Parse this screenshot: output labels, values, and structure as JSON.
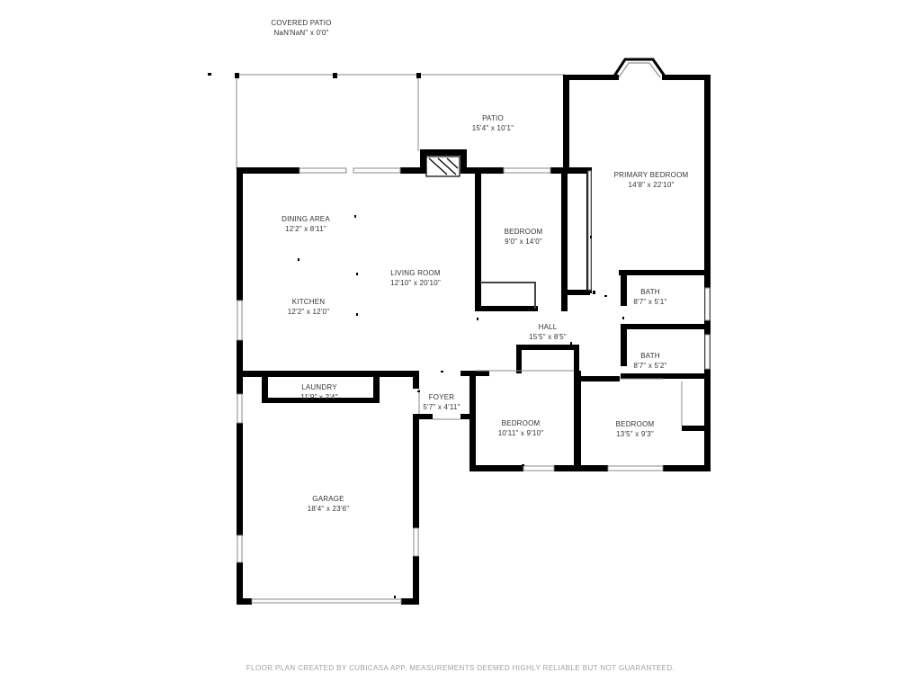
{
  "rooms": {
    "covered_patio": {
      "name": "COVERED PATIO",
      "dims": "NaN'NaN\" x 0'0\""
    },
    "patio": {
      "name": "PATIO",
      "dims": "15'4\" x 10'1\""
    },
    "primary_bedroom": {
      "name": "PRIMARY BEDROOM",
      "dims": "14'8\" x 22'10\""
    },
    "dining_area": {
      "name": "DINING AREA",
      "dims": "12'2\" x 8'11\""
    },
    "bedroom_1": {
      "name": "BEDROOM",
      "dims": "9'0\" x 14'0\""
    },
    "living_room": {
      "name": "LIVING ROOM",
      "dims": "12'10\" x 20'10\""
    },
    "kitchen": {
      "name": "KITCHEN",
      "dims": "12'2\" x 12'0\""
    },
    "bath_1": {
      "name": "BATH",
      "dims": "8'7\" x 5'1\""
    },
    "hall": {
      "name": "HALL",
      "dims": "15'5\" x 8'5\""
    },
    "bath_2": {
      "name": "BATH",
      "dims": "8'7\" x 5'2\""
    },
    "laundry": {
      "name": "LAUNDRY",
      "dims": "11'9\" x 2'4\""
    },
    "foyer": {
      "name": "FOYER",
      "dims": "5'7\" x 4'11\""
    },
    "bedroom_2": {
      "name": "BEDROOM",
      "dims": "10'11\" x 9'10\""
    },
    "bedroom_3": {
      "name": "BEDROOM",
      "dims": "13'5\" x 9'3\""
    },
    "garage": {
      "name": "GARAGE",
      "dims": "18'4\" x 23'6\""
    }
  },
  "footer": "FLOOR PLAN CREATED BY CUBICASA APP. MEASUREMENTS DEEMED HIGHLY RELIABLE BUT NOT GUARANTEED.",
  "colors": {
    "wall": "#000000",
    "thin_line": "#8a8a8a",
    "text": "#333333",
    "footer": "#a0a0a0"
  }
}
